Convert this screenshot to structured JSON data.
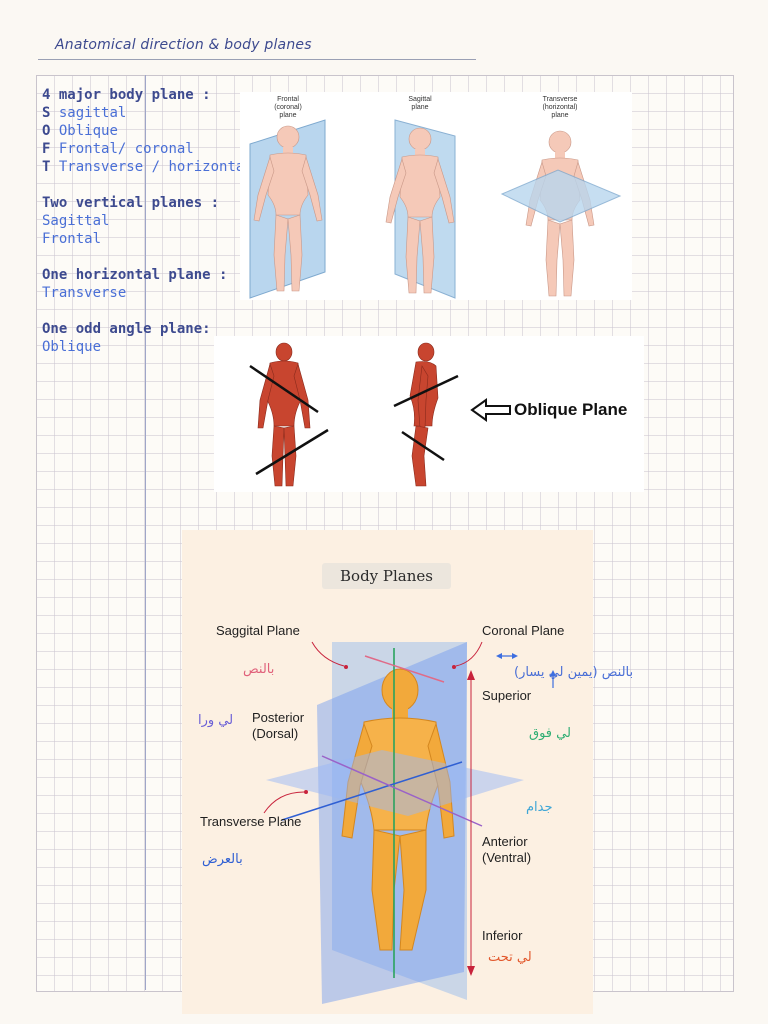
{
  "page": {
    "title": "Anatomical direction & body planes"
  },
  "notes": {
    "major_heading": "4 major body plane :",
    "major_items": [
      {
        "letter": "S",
        "text": "sagittal"
      },
      {
        "letter": "O",
        "text": "Oblique"
      },
      {
        "letter": "F",
        "text": "Frontal/ coronal"
      },
      {
        "letter": "T",
        "text": "Transverse / horizontal"
      }
    ],
    "vertical_heading": "Two vertical planes :",
    "vertical_items": [
      "Sagittal",
      "Frontal"
    ],
    "horizontal_heading": "One horizontal plane :",
    "horizontal_items": [
      "Transverse"
    ],
    "odd_heading": "One odd angle plane:",
    "odd_items": [
      "Oblique"
    ]
  },
  "plane_figures": {
    "frontal": "Frontal\n(coronal)\nplane",
    "sagittal": "Sagittal\nplane",
    "transverse": "Transverse\n(horizontal)\nplane"
  },
  "oblique_figure": {
    "label": "Oblique Plane"
  },
  "body_planes": {
    "title": "Body Planes",
    "saggital": "Saggital Plane",
    "coronal": "Coronal Plane",
    "superior": "Superior",
    "posterior": "Posterior\n(Dorsal)",
    "transverse": "Transverse Plane",
    "anterior": "Anterior\n(Ventral)",
    "inferior": "Inferior",
    "ar_saggital": "بالنص",
    "ar_coronal": "بالنص (يمين لي يسار)",
    "ar_posterior": "لي ورا",
    "ar_superior": "لي فوق",
    "ar_anterior": "جدام",
    "ar_transverse": "بالعرض",
    "ar_inferior": "لي تحت"
  },
  "colors": {
    "heading": "#3d4a8f",
    "blue_ink": "#4a6fd6",
    "ar_pink": "#e0607a",
    "ar_purple": "#6a5fd6",
    "ar_green": "#2fae74",
    "ar_cyan": "#3fa6d6",
    "ar_orange": "#e2572b"
  }
}
